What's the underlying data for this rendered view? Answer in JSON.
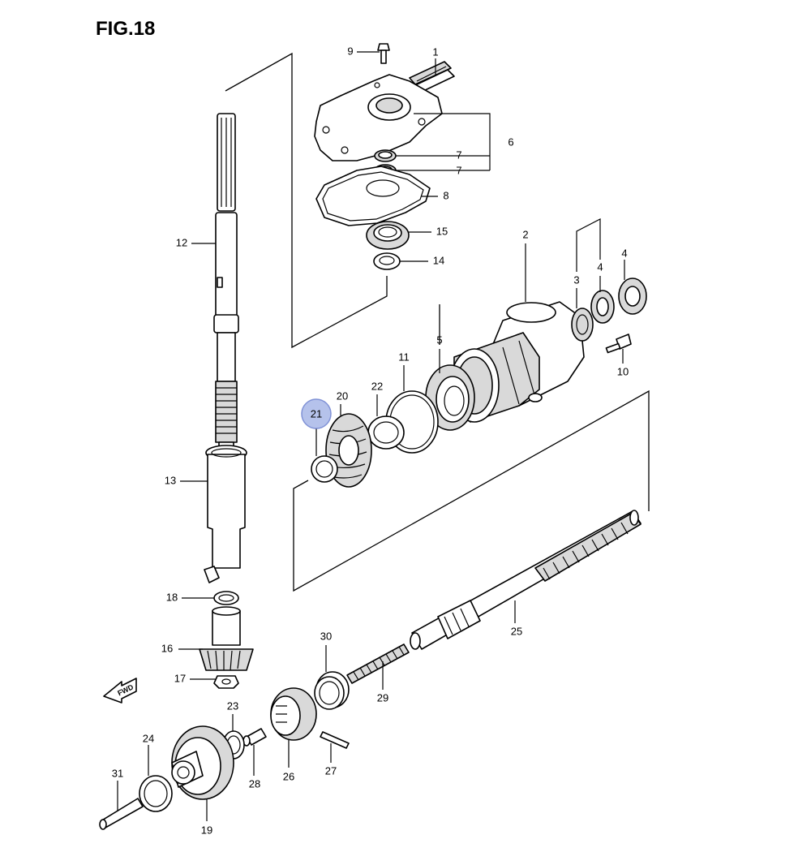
{
  "figure": {
    "title": "FIG.18"
  },
  "fwd_label": "FWD",
  "highlight_color": "#a9b8e8",
  "highlighted_part": "21",
  "labels": {
    "p1": "1",
    "p2": "2",
    "p3": "3",
    "p4a": "4",
    "p4b": "4",
    "p5": "5",
    "p6": "6",
    "p7a": "7",
    "p7b": "7",
    "p8": "8",
    "p9": "9",
    "p10": "10",
    "p11": "11",
    "p12": "12",
    "p13": "13",
    "p14": "14",
    "p15": "15",
    "p16": "16",
    "p17": "17",
    "p18": "18",
    "p19": "19",
    "p20": "20",
    "p21": "21",
    "p22": "22",
    "p23": "23",
    "p24": "24",
    "p25": "25",
    "p26": "26",
    "p27": "27",
    "p28": "28",
    "p29": "29",
    "p30": "30",
    "p31": "31"
  }
}
